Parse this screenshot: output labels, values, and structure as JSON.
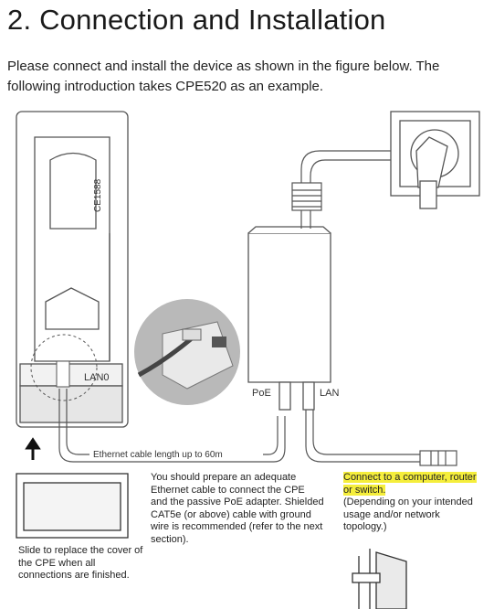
{
  "section": {
    "title": "2. Connection and Installation",
    "intro": "Please connect and install the device as shown in the figure below. The following introduction takes CPE520 as an example."
  },
  "figure": {
    "port_lan0": "LAN0",
    "port_poe": "PoE",
    "port_lan": "LAN",
    "cable_length": "Ethernet cable length up to 60m",
    "cpe_marking": "CE1588"
  },
  "notes": {
    "cover": "Slide to replace the cover of the CPE when all connections are finished.",
    "cable": "You should prepare an adequate Ethernet cable to connect the CPE and the passive PoE adapter. Shielded CAT5e (or above) cable with ground wire is recommended (refer to the next section).",
    "connect_highlight": "Connect to a computer, router or switch.",
    "connect_detail": "(Depending on your intended usage and/or network topology.)"
  },
  "colors": {
    "highlight": "#f5ee3c",
    "line": "#555555"
  }
}
